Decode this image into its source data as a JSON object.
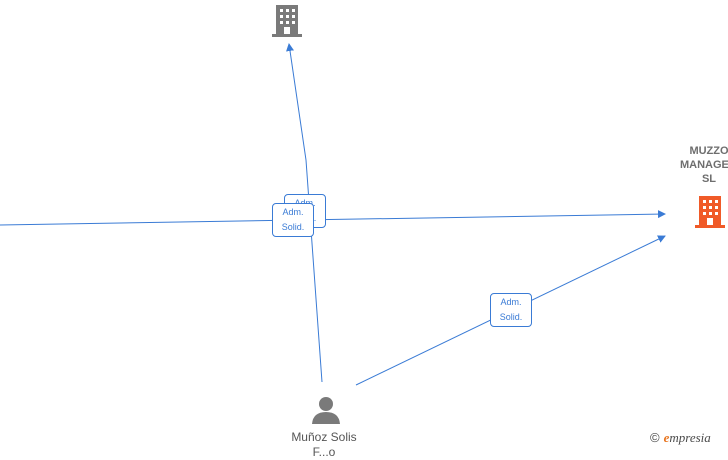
{
  "colors": {
    "edge": "#3a7bd5",
    "company_gray": "#7a7a7a",
    "company_highlight": "#f05a28",
    "person": "#7a7a7a",
    "brand_accent": "#e8741e"
  },
  "nodes": {
    "company_top": {
      "icon": "building-icon",
      "label": ""
    },
    "company_right": {
      "icon": "building-icon",
      "label": "MUZZO\nMANAGEM\nSL"
    },
    "person": {
      "icon": "person-icon",
      "label": "Muñoz Solis\nF...o"
    }
  },
  "edges": [
    {
      "from": "person",
      "to": "company_top",
      "label": "Adm.\nSolid."
    },
    {
      "from": "left-offscreen",
      "to": "company_right",
      "label": "Adm.\nSolid."
    },
    {
      "from": "person",
      "to": "company_right",
      "label": "Adm.\nSolid."
    }
  ],
  "brand": {
    "copyright": "©",
    "first_letter": "e",
    "rest": "mpresia"
  }
}
